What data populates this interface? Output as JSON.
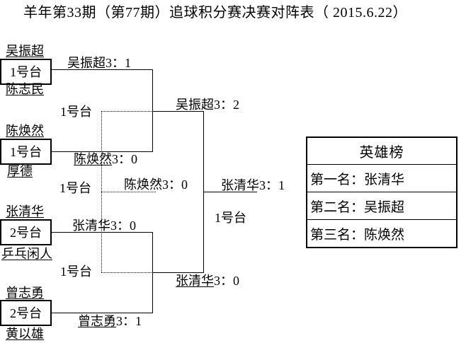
{
  "title": "羊年第33期（第77期）追球积分赛决赛对阵表（ 2015.6.22）",
  "bracket": {
    "round1": [
      {
        "player_top": "吴振超",
        "table": "1号台",
        "player_bottom": "陈志民",
        "result_name": "吴振超",
        "result_score": "3：1"
      },
      {
        "player_top": "陈焕然",
        "table": "1号台",
        "player_bottom": "厚德",
        "result_name": "陈焕然",
        "result_score": "3：0"
      },
      {
        "player_top": "张清华",
        "table": "2号台",
        "player_bottom": "乒乓闲人",
        "result_name": "张清华",
        "result_score": "3：0"
      },
      {
        "player_top": "曾志勇",
        "table": "2号台",
        "player_bottom": "黄以雄",
        "result_name": "曾志勇",
        "result_score": "3：1"
      }
    ],
    "semifinal1": {
      "table": "1号台",
      "result_name": "吴振超",
      "result_score": "3：2"
    },
    "semifinal2": {
      "table": "1号台",
      "result_name": "张清华",
      "result_score": "3：0"
    },
    "third_place": {
      "table": "1号台",
      "result_name": "陈焕然",
      "result_score": "3：0"
    },
    "final": {
      "table": "1号台",
      "result_name": "张清华",
      "result_score": "3：1"
    }
  },
  "hero_board": {
    "title": "英雄榜",
    "rows": [
      {
        "label": "第一名：张清华"
      },
      {
        "label": "第二名：吴振超"
      },
      {
        "label": "第三名：陈焕然"
      }
    ]
  }
}
